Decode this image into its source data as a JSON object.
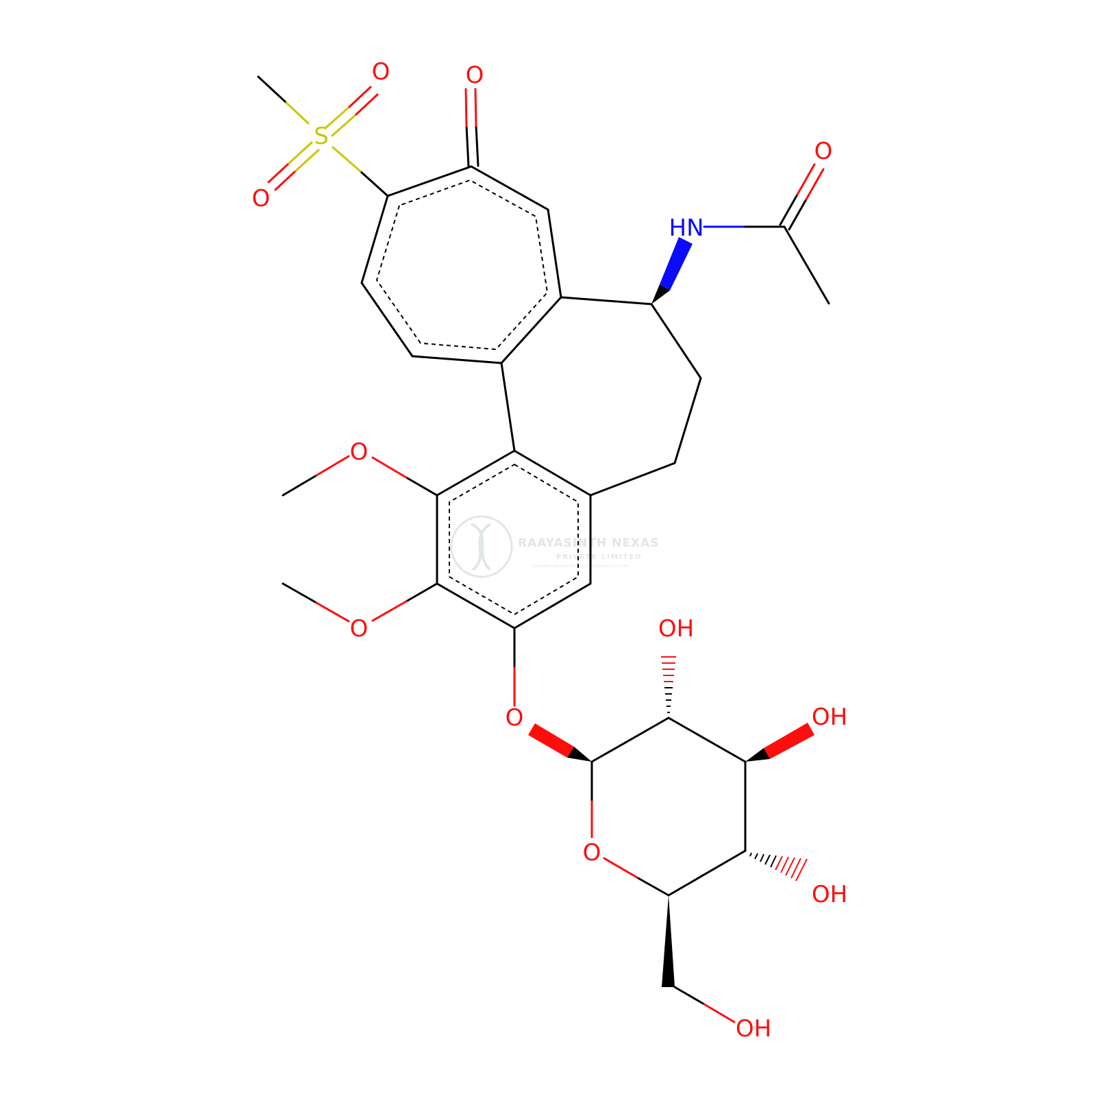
{
  "molecule": {
    "atoms": {
      "sulfonyl_S": "S",
      "sulfonyl_O_top": "O",
      "sulfonyl_O_bottom": "O",
      "ketone_O": "O",
      "amide_NH": "HN",
      "amide_O": "O",
      "methoxy_O_upper": "O",
      "methoxy_O_lower": "O",
      "glycoside_O": "O",
      "ring_O": "O",
      "hydroxyl_2": "OH",
      "hydroxyl_3": "OH",
      "hydroxyl_4": "OH",
      "hydroxyl_6": "OH"
    },
    "colors": {
      "bond": "#000000",
      "oxygen": "#ff0d0d",
      "nitrogen": "#0a0aff",
      "sulfur": "#c8c800"
    }
  },
  "watermark": {
    "company": "RAAYASINTH NEXAS",
    "subtitle": "PRIVATE LIMITED",
    "tagline": "Complete solution for every molecule's journey",
    "color": "#c9d4cc"
  }
}
